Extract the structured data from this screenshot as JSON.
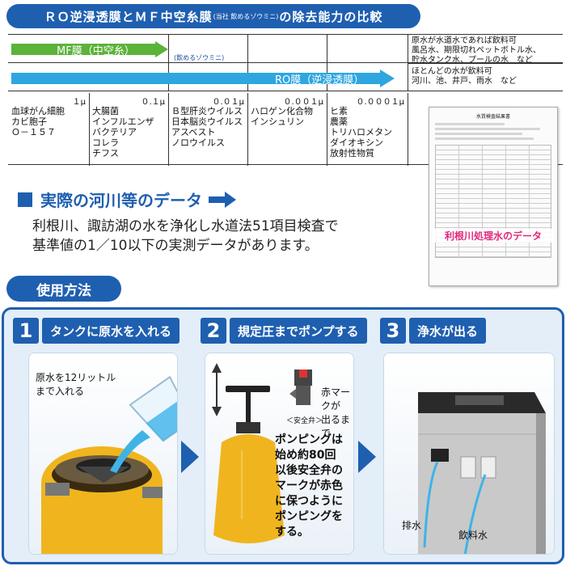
{
  "title": {
    "part1": "ＲＯ逆浸透膜とＭＦ中空糸膜",
    "part2": "(当社 飲めるゾウミニ)",
    "part3": "の除去能力の比較"
  },
  "comparison": {
    "mf_label": "MF膜（中空糸）",
    "ro_label": "RO膜（逆浸透膜）",
    "yume_label": "(飲めるゾウミニ)",
    "mf_note": "原水が水道水であれば飲料可\n風呂水、期限切れペットボトル水、\n貯水タンク水、プールの水　など",
    "ro_note": "ほとんどの水が飲料可\n河川、池、井戸、雨水　など",
    "columns": [
      {
        "size": "１μ",
        "items": "血球がん細胞\nカビ胞子\nＯ－１５７"
      },
      {
        "size": "０.１μ",
        "items": "大腸菌\nインフルエンザ\nバクテリア\nコレラ\nチフス"
      },
      {
        "size": "０.０１μ",
        "items": "Ｂ型肝炎ウイルス\n日本脳炎ウイルス\nアスベスト\nノロウイルス"
      },
      {
        "size": "０.００１μ",
        "items": "ハロゲン化合物\nインシュリン"
      },
      {
        "size": "０.０００１μ",
        "items": "ヒ素\n農薬\nトリハロメタン\nダイオキシン\n放射性物質"
      }
    ],
    "colors": {
      "mf_arrow": "#5bb33a",
      "ro_arrow": "#2fa6e0"
    }
  },
  "doc": {
    "title": "水質検査結果書",
    "label": "利根川処理水のデータ"
  },
  "river": {
    "heading": "実際の河川等のデータ",
    "line1": "利根川、諏訪湖の水を浄化し水道法51項目検査で",
    "line2": "基準値の1／10以下の実測データがあります。"
  },
  "usage": {
    "heading": "使用方法",
    "steps": [
      {
        "num": "1",
        "label": "タンクに原水を入れる"
      },
      {
        "num": "2",
        "label": "規定圧までポンプする"
      },
      {
        "num": "3",
        "label": "浄水が出る"
      }
    ],
    "step1_text": "原水を12リットル\nまで入れる",
    "step2_marker": "赤マークが\n出るまで",
    "step2_safety": "＜安全弁＞",
    "step2_text": "ポンピングは\n始め約80回\n以後安全弁の\nマークが赤色\nに保つように\nポンピングを\nする。",
    "step3_drain": "排水",
    "step3_drink": "飲料水"
  },
  "palette": {
    "brand": "#1f5fb0",
    "tank": "#f0b51e",
    "water": "#3fb3e8",
    "pink": "#e0287e"
  }
}
